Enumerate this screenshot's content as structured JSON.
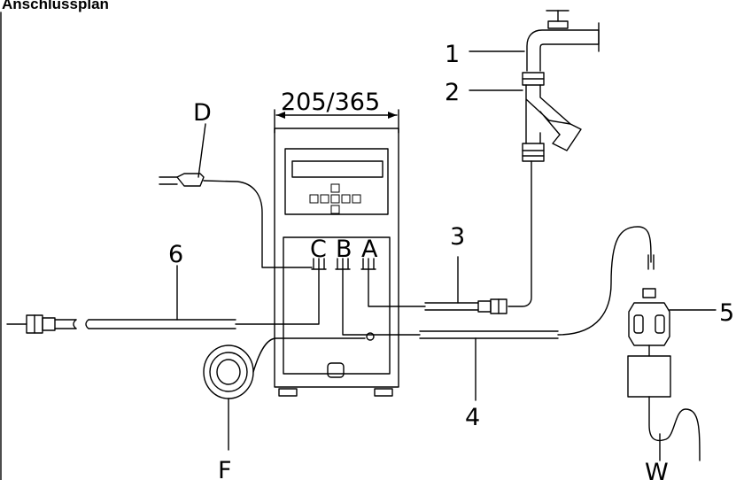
{
  "title": "Anschlussplan",
  "dimension_label": "205/365",
  "unit_ports": {
    "c": "C",
    "b": "B",
    "a": "A"
  },
  "callouts": {
    "1": "1",
    "2": "2",
    "3": "3",
    "4": "4",
    "5": "5",
    "6": "6",
    "d": "D",
    "f": "F",
    "w": "W"
  }
}
